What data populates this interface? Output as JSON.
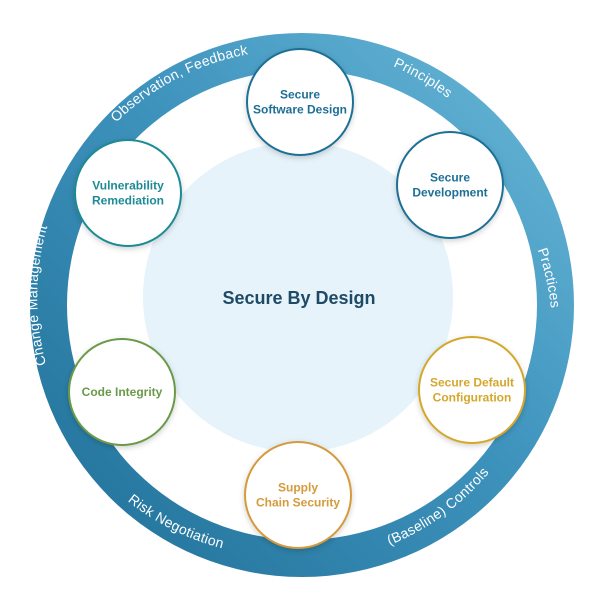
{
  "diagram": {
    "center": {
      "title": "Secure By Design"
    },
    "ring_labels": [
      {
        "id": "observation",
        "text": "Observation, Feedback"
      },
      {
        "id": "principles",
        "text": "Principles"
      },
      {
        "id": "practices",
        "text": "Practices"
      },
      {
        "id": "baseline",
        "text": "(Baseline) Controls"
      },
      {
        "id": "risk",
        "text": "Risk Negotiation"
      },
      {
        "id": "change",
        "text": "Change Management"
      }
    ],
    "nodes": [
      {
        "id": "software-design",
        "lines": [
          "Secure",
          "Software Design"
        ],
        "color": "#1d6f95"
      },
      {
        "id": "development",
        "lines": [
          "Secure",
          "Development"
        ],
        "color": "#1d6f95"
      },
      {
        "id": "default-config",
        "lines": [
          "Secure Default",
          "Configuration"
        ],
        "color": "#d4a72c"
      },
      {
        "id": "supply-chain",
        "lines": [
          "Supply",
          "Chain Security"
        ],
        "color": "#d49a3c"
      },
      {
        "id": "code-integrity",
        "lines": [
          "Code Integrity"
        ],
        "color": "#6a9a4a"
      },
      {
        "id": "vuln-remediation",
        "lines": [
          "Vulnerability",
          "Remediation"
        ],
        "color": "#1d8a95"
      }
    ],
    "colors": {
      "ring_dark": "#1f6f96",
      "ring_light": "#5fb2d4",
      "center_fill": "#e6f3fa",
      "title": "#1f4a66"
    }
  }
}
